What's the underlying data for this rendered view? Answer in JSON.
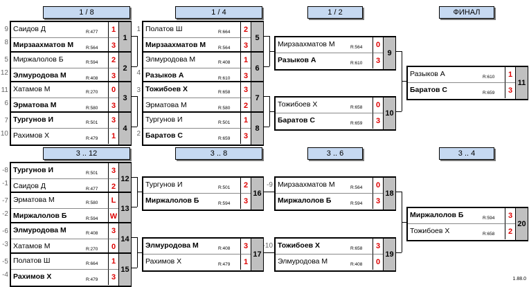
{
  "headers": [
    "1 / 8",
    "1 / 4",
    "1 / 2",
    "ФИНАЛ",
    "3 .. 12",
    "3 .. 8",
    "3 .. 6",
    "3 .. 4"
  ],
  "version": "1.88.0",
  "matches": [
    {
      "num": "1",
      "p1": {
        "name": "Саидов Д",
        "rating": "R:477",
        "score": "1",
        "win": false
      },
      "p2": {
        "name": "Мирзаахматов М",
        "rating": "R:564",
        "score": "3",
        "win": true
      }
    },
    {
      "num": "2",
      "p1": {
        "name": "Миржалолов Б",
        "rating": "R:594",
        "score": "2",
        "win": false
      },
      "p2": {
        "name": "Элмуродова М",
        "rating": "R:408",
        "score": "3",
        "win": true
      }
    },
    {
      "num": "3",
      "p1": {
        "name": "Хатамов М",
        "rating": "R:270",
        "score": "0",
        "win": false
      },
      "p2": {
        "name": "Эрматова М",
        "rating": "R:580",
        "score": "3",
        "win": true
      }
    },
    {
      "num": "4",
      "p1": {
        "name": "Тургунов И",
        "rating": "R:501",
        "score": "3",
        "win": true
      },
      "p2": {
        "name": "Рахимов Х",
        "rating": "R:479",
        "score": "1",
        "win": false
      }
    },
    {
      "num": "5",
      "p1": {
        "name": "Полатов Ш",
        "rating": "R:664",
        "score": "2",
        "win": false
      },
      "p2": {
        "name": "Мирзаахматов М",
        "rating": "R:564",
        "score": "3",
        "win": true
      }
    },
    {
      "num": "6",
      "p1": {
        "name": "Элмуродова М",
        "rating": "R:408",
        "score": "1",
        "win": false
      },
      "p2": {
        "name": "Разыков А",
        "rating": "R:610",
        "score": "3",
        "win": true
      }
    },
    {
      "num": "7",
      "p1": {
        "name": "Тожибоев Х",
        "rating": "R:658",
        "score": "3",
        "win": true
      },
      "p2": {
        "name": "Эрматова М",
        "rating": "R:580",
        "score": "2",
        "win": false
      }
    },
    {
      "num": "8",
      "p1": {
        "name": "Тургунов И",
        "rating": "R:501",
        "score": "1",
        "win": false
      },
      "p2": {
        "name": "Баратов С",
        "rating": "R:659",
        "score": "3",
        "win": true
      }
    },
    {
      "num": "9",
      "p1": {
        "name": "Мирзаахматов М",
        "rating": "R:564",
        "score": "0",
        "win": false
      },
      "p2": {
        "name": "Разыков А",
        "rating": "R:610",
        "score": "3",
        "win": true
      }
    },
    {
      "num": "10",
      "p1": {
        "name": "Тожибоев Х",
        "rating": "R:658",
        "score": "0",
        "win": false
      },
      "p2": {
        "name": "Баратов С",
        "rating": "R:659",
        "score": "3",
        "win": true
      }
    },
    {
      "num": "11",
      "p1": {
        "name": "Разыков А",
        "rating": "R:610",
        "score": "1",
        "win": false
      },
      "p2": {
        "name": "Баратов С",
        "rating": "R:659",
        "score": "3",
        "win": true
      }
    },
    {
      "num": "12",
      "p1": {
        "name": "Тургунов И",
        "rating": "R:501",
        "score": "3",
        "win": true
      },
      "p2": {
        "name": "Саидов Д",
        "rating": "R:477",
        "score": "2",
        "win": false
      }
    },
    {
      "num": "13",
      "p1": {
        "name": "Эрматова М",
        "rating": "R:580",
        "score": "L",
        "win": false
      },
      "p2": {
        "name": "Миржалолов Б",
        "rating": "R:594",
        "score": "W",
        "win": true
      }
    },
    {
      "num": "14",
      "p1": {
        "name": "Элмуродова М",
        "rating": "R:408",
        "score": "3",
        "win": true
      },
      "p2": {
        "name": "Хатамов М",
        "rating": "R:270",
        "score": "0",
        "win": false
      }
    },
    {
      "num": "15",
      "p1": {
        "name": "Полатов Ш",
        "rating": "R:664",
        "score": "1",
        "win": false
      },
      "p2": {
        "name": "Рахимов Х",
        "rating": "R:479",
        "score": "3",
        "win": true
      }
    },
    {
      "num": "16",
      "p1": {
        "name": "Тургунов И",
        "rating": "R:501",
        "score": "2",
        "win": false
      },
      "p2": {
        "name": "Миржалолов Б",
        "rating": "R:594",
        "score": "3",
        "win": true
      }
    },
    {
      "num": "17",
      "p1": {
        "name": "Элмуродова М",
        "rating": "R:408",
        "score": "3",
        "win": true
      },
      "p2": {
        "name": "Рахимов Х",
        "rating": "R:479",
        "score": "1",
        "win": false
      }
    },
    {
      "num": "18",
      "p1": {
        "name": "Мирзаахматов М",
        "rating": "R:564",
        "score": "0",
        "win": false
      },
      "p2": {
        "name": "Миржалолов Б",
        "rating": "R:594",
        "score": "3",
        "win": true
      }
    },
    {
      "num": "19",
      "p1": {
        "name": "Тожибоев Х",
        "rating": "R:658",
        "score": "3",
        "win": true
      },
      "p2": {
        "name": "Элмуродова М",
        "rating": "R:408",
        "score": "0",
        "win": false
      }
    },
    {
      "num": "20",
      "p1": {
        "name": "Миржалолов Б",
        "rating": "R:594",
        "score": "3",
        "win": true
      },
      "p2": {
        "name": "Тожибоев Х",
        "rating": "R:658",
        "score": "2",
        "win": false
      }
    }
  ],
  "seeds": [
    "9",
    "8",
    "5",
    "12",
    "11",
    "6",
    "7",
    "10",
    "1",
    "4",
    "3",
    "2",
    "-8",
    "-1",
    "-7",
    "-2",
    "-6",
    "-3",
    "-5",
    "-4",
    "-9",
    "-10"
  ]
}
